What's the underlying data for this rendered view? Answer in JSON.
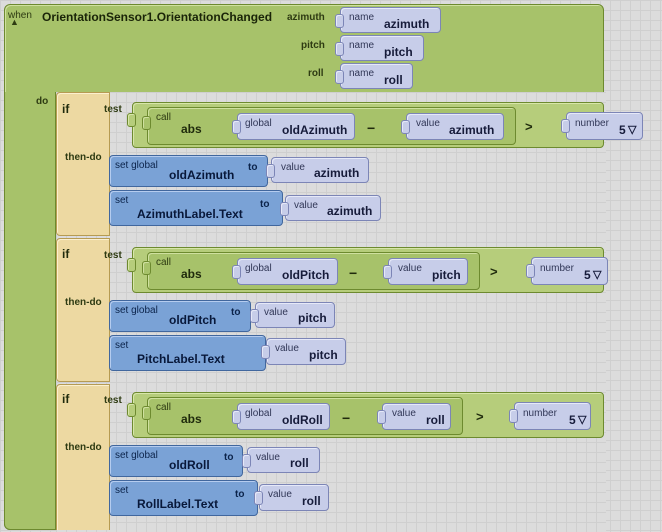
{
  "event": {
    "when": "when",
    "name": "OrientationSensor1.OrientationChanged",
    "params": [
      {
        "label": "azimuth",
        "kind": "name",
        "value": "azimuth"
      },
      {
        "label": "pitch",
        "kind": "name",
        "value": "pitch"
      },
      {
        "label": "roll",
        "kind": "name",
        "value": "roll"
      }
    ],
    "do": "do"
  },
  "if_blocks": [
    {
      "if": "if",
      "test": "test",
      "then": "then-do",
      "call": "call",
      "abs": "abs",
      "global_kw": "global",
      "global_var": "oldAzimuth",
      "minus": "−",
      "value_kw": "value",
      "value_var": "azimuth",
      "gt": ">",
      "number_kw": "number",
      "number": "5",
      "set_global_kw": "set global",
      "set_global_var": "oldAzimuth",
      "to": "to",
      "set_global_value_kw": "value",
      "set_global_value": "azimuth",
      "set_kw": "set",
      "set_prop": "AzimuthLabel.Text",
      "set_value_kw": "value",
      "set_value": "azimuth"
    },
    {
      "if": "if",
      "test": "test",
      "then": "then-do",
      "call": "call",
      "abs": "abs",
      "global_kw": "global",
      "global_var": "oldPitch",
      "minus": "−",
      "value_kw": "value",
      "value_var": "pitch",
      "gt": ">",
      "number_kw": "number",
      "number": "5",
      "set_global_kw": "set global",
      "set_global_var": "oldPitch",
      "to": "to",
      "set_global_value_kw": "value",
      "set_global_value": "pitch",
      "set_kw": "set",
      "set_prop": "PitchLabel.Text",
      "set_value_kw": "value",
      "set_value": "pitch"
    },
    {
      "if": "if",
      "test": "test",
      "then": "then-do",
      "call": "call",
      "abs": "abs",
      "global_kw": "global",
      "global_var": "oldRoll",
      "minus": "−",
      "value_kw": "value",
      "value_var": "roll",
      "gt": ">",
      "number_kw": "number",
      "number": "5",
      "set_global_kw": "set global",
      "set_global_var": "oldRoll",
      "to": "to",
      "set_global_value_kw": "value",
      "set_global_value": "roll",
      "set_kw": "set",
      "set_prop": "RollLabel.Text",
      "set_value_kw": "value",
      "set_value": "roll"
    }
  ],
  "colors": {
    "event": "#a7c26a",
    "if": "#edd9a2",
    "setter": "#7aa2d6",
    "getter": "#c7cde9"
  }
}
